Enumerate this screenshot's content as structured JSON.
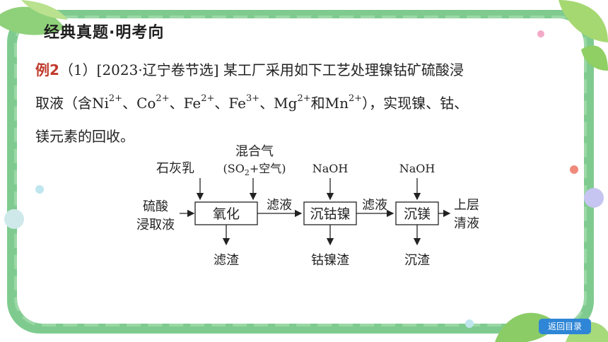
{
  "heading": "经典真题·明考向",
  "problem": {
    "label": "例2",
    "line1": "（1）[2023·辽宁卷节选]  某工厂采用如下工艺处理镍钴矿硫酸浸",
    "line2_pre": "取液（含Ni",
    "ni_charge": "2+",
    "co": "、Co",
    "co_charge": "2+",
    "fe2": "、Fe",
    "fe2_charge": "2+",
    "fe3": "、Fe",
    "fe3_charge": "3+",
    "mg": "、Mg",
    "mg_charge": "2+",
    "mn": "和Mn",
    "mn_charge": "2+",
    "line2_post": "），实现镍、钴、",
    "line3": "镁元素的回收。"
  },
  "flowchart": {
    "input_line1": "硫酸",
    "input_line2": "浸取液",
    "reagent1": "石灰乳",
    "reagent2_line1": "混合气",
    "reagent2_line2_pre": "(SO",
    "reagent2_sub": "2",
    "reagent2_line2_post": "+空气)",
    "reagent3": "NaOH",
    "reagent4": "NaOH",
    "box1": "氧化",
    "box2": "沉钴镍",
    "box3": "沉镁",
    "arrow_label1": "滤液",
    "arrow_label2": "滤液",
    "output1": "滤渣",
    "output2": "钴镍渣",
    "output3": "沉渣",
    "final_line1": "上层",
    "final_line2": "清液"
  },
  "nav": {
    "back_button": "返回目录"
  },
  "colors": {
    "frame_green": "#79c98a",
    "frame_green_light": "#9bd8a6",
    "frame_bg": "#ffffff",
    "leaf_green": "#9ed36a",
    "leaf_dark": "#7fc24c",
    "label_red": "#c0392b",
    "button_blue": "#2f86d6"
  }
}
